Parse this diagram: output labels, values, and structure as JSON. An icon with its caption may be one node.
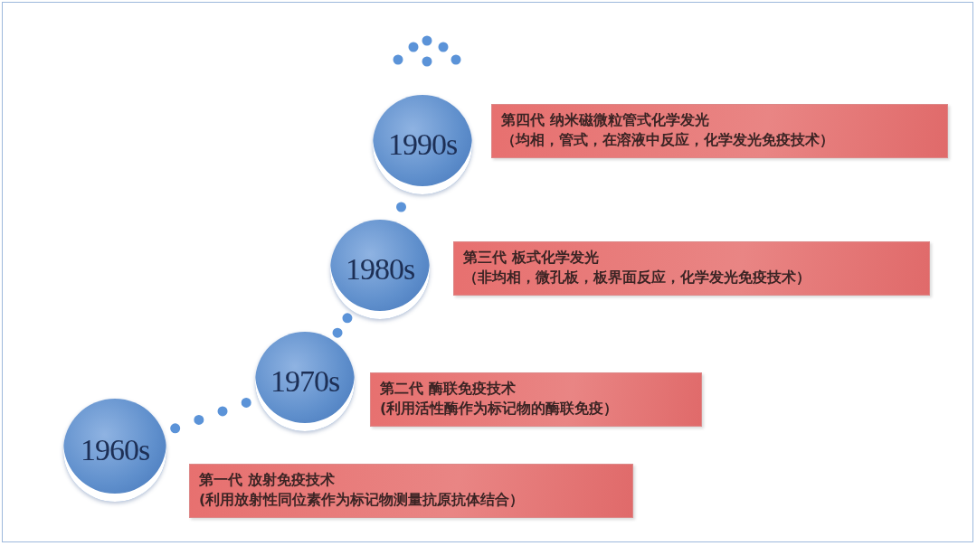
{
  "diagram": {
    "nodes": [
      {
        "text": [
          "1990s"
        ]
      },
      {
        "text": [
          "第四代 纳米磁微粒管式化学发光",
          "（均相，管式，在溶液中反应，化学发光免疫技术）"
        ]
      },
      {
        "text": [
          "1980s"
        ]
      },
      {
        "text": [
          "第三代 板式化学发光",
          "（非均相，微孔板，板界面反应，化学发光免疫技术）"
        ]
      },
      {
        "text": [
          "1970s"
        ]
      },
      {
        "text": [
          "第二代 酶联免疫技术",
          "(利用活性酶作为标记物的酶联免疫）"
        ]
      },
      {
        "text": [
          "1960s"
        ]
      },
      {
        "text": [
          "第一代 放射免疫技术",
          "(利用放射性同位素作为标记物测量抗原抗体结合）"
        ]
      }
    ],
    "edges": [
      {
        "from": 6,
        "to": 4,
        "arrow": "none",
        "style": "dashed"
      },
      {
        "from": 4,
        "to": 2,
        "arrow": "none",
        "style": "dashed"
      },
      {
        "from": 2,
        "to": 0,
        "arrow": "none",
        "style": "dashed"
      }
    ]
  }
}
